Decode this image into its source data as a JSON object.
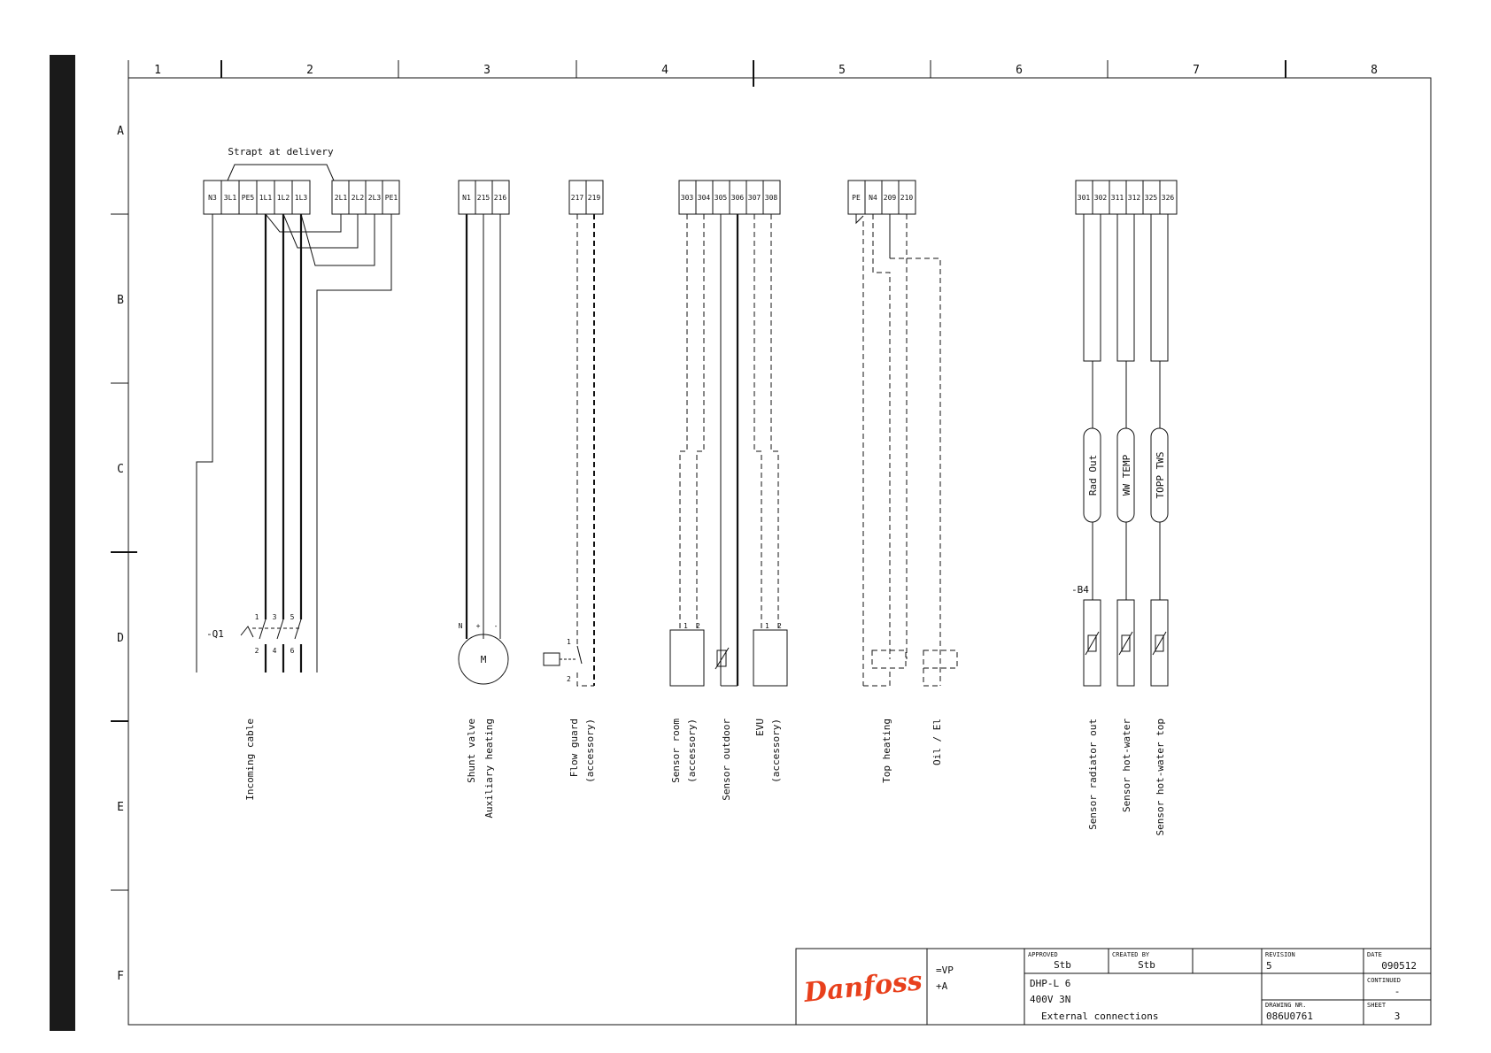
{
  "grid": {
    "columns": [
      "1",
      "2",
      "3",
      "4",
      "5",
      "6",
      "7",
      "8"
    ],
    "rows": [
      "A",
      "B",
      "C",
      "D",
      "E",
      "F"
    ]
  },
  "strap_label": "Strapt at delivery",
  "terminals": {
    "supply": [
      "N3",
      "3L1",
      "PE5",
      "1L1",
      "1L2",
      "1L3"
    ],
    "supply_right": [
      "2L1",
      "2L2",
      "2L3",
      "PE1"
    ],
    "shunt": [
      "N1",
      "215",
      "216"
    ],
    "flow": [
      "217",
      "219"
    ],
    "sensors": [
      "303",
      "304",
      "305",
      "306",
      "307",
      "308"
    ],
    "top": [
      "PE",
      "N4",
      "209",
      "210"
    ],
    "temp": [
      "301",
      "302",
      "311",
      "312",
      "325",
      "326"
    ]
  },
  "components": {
    "breaker_ref": "-Q1",
    "breaker_top": [
      "1",
      "3",
      "5"
    ],
    "breaker_bottom": [
      "2",
      "4",
      "6"
    ],
    "motor": "M",
    "motor_pins": [
      "N",
      "+",
      "-"
    ],
    "flow_pins": [
      "1",
      "2"
    ],
    "conn_pins": [
      "1",
      "2"
    ],
    "b4_ref": "-B4",
    "probe_labels": [
      "Rad Out",
      "WW TEMP",
      "TOPP TWS"
    ]
  },
  "labels": [
    {
      "id": "incoming",
      "lines": [
        "Incoming cable"
      ]
    },
    {
      "id": "shunt",
      "lines": [
        "Shunt valve",
        "Auxiliary heating"
      ]
    },
    {
      "id": "flow",
      "lines": [
        "Flow guard",
        "(accessory)"
      ]
    },
    {
      "id": "room",
      "lines": [
        "Sensor room",
        "(accessory)"
      ]
    },
    {
      "id": "outdoor",
      "lines": [
        "Sensor outdoor"
      ]
    },
    {
      "id": "evu",
      "lines": [
        "EVU",
        "(accessory)"
      ]
    },
    {
      "id": "topheat",
      "lines": [
        "Top heating"
      ]
    },
    {
      "id": "oil",
      "lines": [
        "Oil / El"
      ]
    },
    {
      "id": "radout",
      "lines": [
        "Sensor radiator out"
      ]
    },
    {
      "id": "hotwater",
      "lines": [
        "Sensor hot-water"
      ]
    },
    {
      "id": "hwtop",
      "lines": [
        "Sensor hot-water top"
      ]
    }
  ],
  "title_block": {
    "logo": "Danfoss",
    "designation": "=VP",
    "location": "+A",
    "approved_label": "APPROVED",
    "approved": "Stb",
    "created_label": "CREATED BY",
    "created": "Stb",
    "revision_label": "REVISION",
    "revision": "5",
    "date_label": "DATE",
    "date": "090512",
    "product": "DHP-L 6",
    "voltage": "400V 3N",
    "description": "External connections",
    "continued_label": "CONTINUED",
    "continued": "-",
    "drawing_label": "DRAWING NR.",
    "drawing": "086U0761",
    "sheet_label": "SHEET",
    "sheet": "3"
  }
}
